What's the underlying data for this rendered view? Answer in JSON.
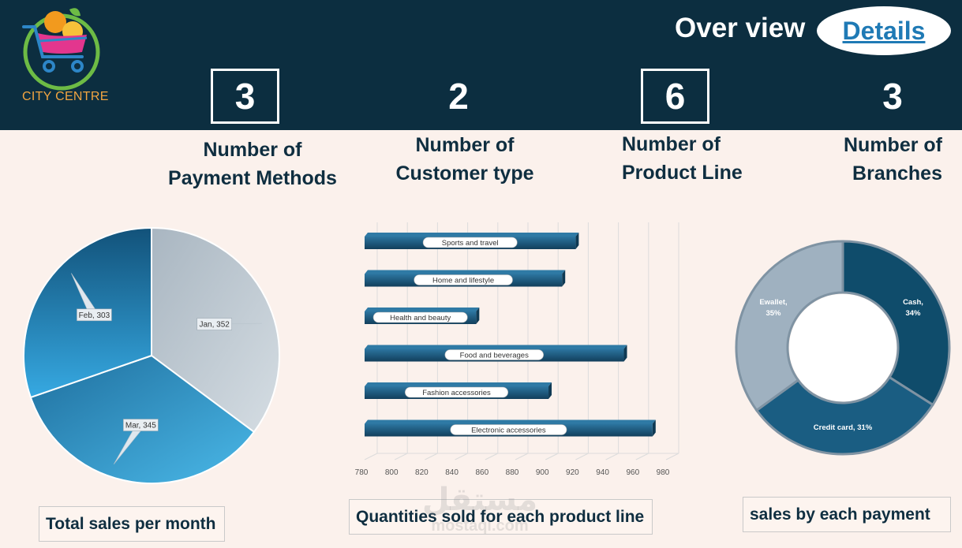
{
  "brand": {
    "name": "CITY CENTRE",
    "logo_icon": "shopping-cart-icon"
  },
  "header": {
    "overview": "Over view",
    "details": "Details"
  },
  "kpis": [
    {
      "value": "3",
      "line1": "Number of",
      "line2": "Payment Methods"
    },
    {
      "value": "2",
      "line1": "Number of",
      "line2": "Customer type"
    },
    {
      "value": "6",
      "line1": "Number of",
      "line2": "Product Line"
    },
    {
      "value": "3",
      "line1": "Number of",
      "line2": "Branches"
    }
  ],
  "captions": {
    "month": "Total sales per month",
    "product": "Quantities sold for each product line",
    "payment": "sales by each payment"
  },
  "watermark": {
    "arabic": "مستقل",
    "latin": "mostaql.com"
  },
  "colors": {
    "header_bg": "#0c2e40",
    "page_bg": "#fbf1ec",
    "jan": "#bfc9d1",
    "feb": "#2790c9",
    "mar": "#3aa6dc",
    "bar": "#1b5c80",
    "cash": "#0f4c6b",
    "credit": "#1a5d82",
    "ewallet": "#9fb1c0"
  },
  "chart_data": [
    {
      "type": "pie",
      "labels": [
        "Jan",
        "Feb",
        "Mar"
      ],
      "values": [
        352,
        303,
        345
      ],
      "data_labels": [
        "Jan, 352",
        "Feb, 303",
        "Mar, 345"
      ]
    },
    {
      "type": "bar",
      "orientation": "horizontal",
      "categories": [
        "Sports and travel",
        "Home and lifestyle",
        "Health and beauty",
        "Food and beverages",
        "Fashion accessories",
        "Electronic accessories"
      ],
      "values": [
        920,
        911,
        854,
        952,
        902,
        971
      ],
      "xlim": [
        780,
        980
      ],
      "xticks": [
        "780",
        "800",
        "820",
        "840",
        "860",
        "880",
        "900",
        "920",
        "940",
        "960",
        "980"
      ],
      "grid": true
    },
    {
      "type": "pie",
      "subtype": "donut",
      "labels": [
        "Cash",
        "Credit card",
        "Ewallet"
      ],
      "values": [
        34,
        31,
        35
      ],
      "data_labels": [
        [
          "Cash,",
          "34%"
        ],
        [
          "Credit card, 31%"
        ],
        [
          "Ewallet,",
          "35%"
        ]
      ]
    }
  ]
}
